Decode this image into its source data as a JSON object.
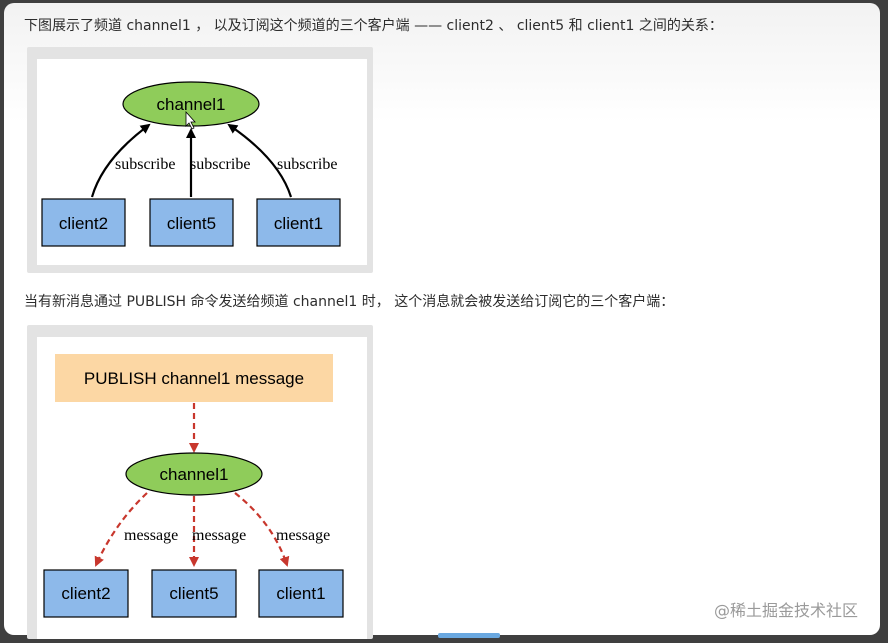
{
  "intro_text_1": "下图展示了频道 channel1 ， 以及订阅这个频道的三个客户端 —— client2 、 client5 和 client1 之间的关系：",
  "intro_text_2": "当有新消息通过 PUBLISH 命令发送给频道 channel1 时， 这个消息就会被发送给订阅它的三个客户端：",
  "diagram1": {
    "channel": "channel1",
    "clients": [
      "client2",
      "client5",
      "client1"
    ],
    "edge_labels": [
      "subscribe",
      "subscribe",
      "subscribe"
    ]
  },
  "diagram2": {
    "command": "PUBLISH channel1 message",
    "channel": "channel1",
    "clients": [
      "client2",
      "client5",
      "client1"
    ],
    "edge_labels": [
      "message",
      "message",
      "message"
    ]
  },
  "watermark": "@稀土掘金技术社区",
  "colors": {
    "channel_fill": "#8fcc5a",
    "client_fill": "#8db9ea",
    "command_fill": "#fcd7a4",
    "message_arrow": "#c8372d"
  }
}
